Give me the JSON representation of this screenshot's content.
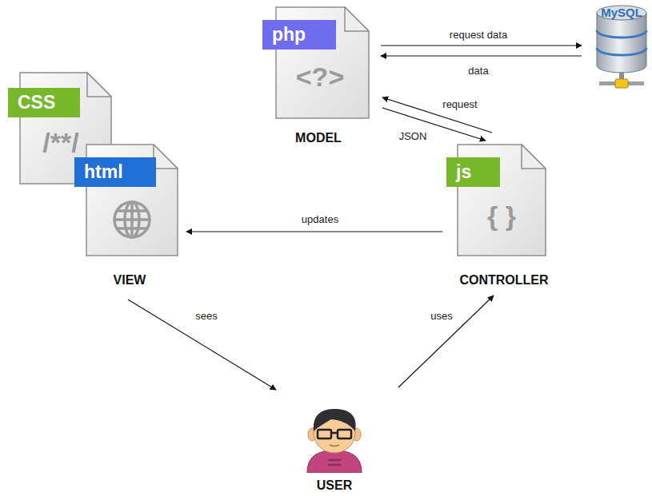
{
  "diagram": {
    "nodes": [
      {
        "text": [
          "php",
          "<?>",
          "MODEL"
        ]
      },
      {
        "text": [
          "MySQL"
        ]
      },
      {
        "text": [
          "CSS",
          "/**/"
        ]
      },
      {
        "text": [
          "html",
          "VIEW"
        ]
      },
      {
        "text": [
          "js",
          "{ }",
          "CONTROLLER"
        ]
      },
      {
        "text": [
          "USER"
        ]
      }
    ],
    "edges": [
      {
        "from": 0,
        "to": 1,
        "label": "request data",
        "arrow": "to"
      },
      {
        "from": 1,
        "to": 0,
        "label": "data",
        "arrow": "to"
      },
      {
        "from": 4,
        "to": 0,
        "label": "request",
        "arrow": "to"
      },
      {
        "from": 0,
        "to": 4,
        "label": "JSON",
        "arrow": "to"
      },
      {
        "from": 4,
        "to": 3,
        "label": "updates",
        "arrow": "to"
      },
      {
        "from": 3,
        "to": 5,
        "label": "sees",
        "arrow": "to"
      },
      {
        "from": 5,
        "to": 4,
        "label": "uses",
        "arrow": "to"
      }
    ]
  }
}
